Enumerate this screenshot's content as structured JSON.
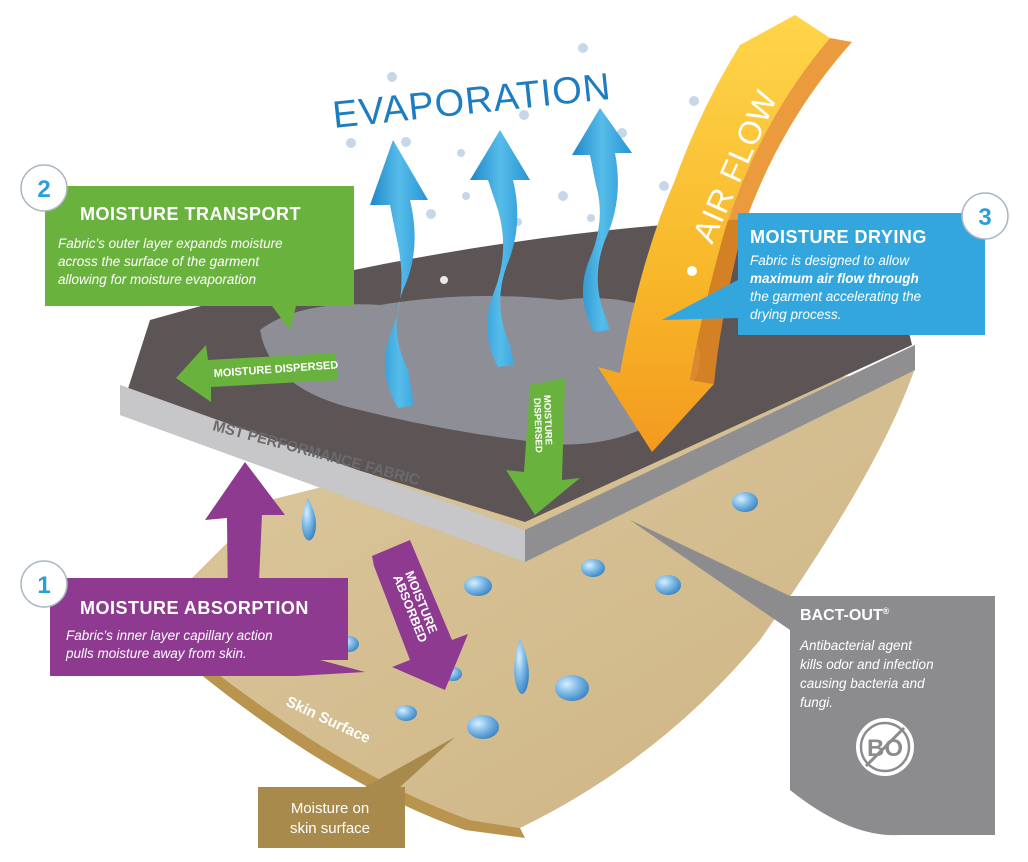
{
  "evaporation": {
    "label": "EVAPORATION"
  },
  "air_flow": {
    "label": "AIR FLOW"
  },
  "fabric": {
    "label": "MST PERFORMANCE FABRIC"
  },
  "skin": {
    "label": "Skin Surface"
  },
  "arrows": {
    "dispersed_left": "MOISTURE DISPERSED",
    "dispersed_down_line1": "MOISTURE",
    "dispersed_down_line2": "DISPERSED",
    "absorbed_line1": "MOISTURE",
    "absorbed_line2": "ABSORBED"
  },
  "steps": [
    {
      "number": "2",
      "title": "MOISTURE TRANSPORT",
      "lines": [
        "Fabric's outer layer expands moisture",
        "across the surface of the garment",
        "allowing for moisture evaporation"
      ],
      "color": "#6ab23e"
    },
    {
      "number": "3",
      "title": "MOISTURE DRYING",
      "lines": [
        "Fabric is designed to allow",
        "maximum air flow through",
        "the garment accelerating the",
        "drying process."
      ],
      "color": "#33a6de"
    },
    {
      "number": "1",
      "title": "MOISTURE ABSORPTION",
      "lines": [
        "Fabric's inner layer capillary action",
        "pulls moisture away from skin."
      ],
      "color": "#8e3a91"
    }
  ],
  "bact_out": {
    "title": "BACT-OUT",
    "mark": "®",
    "lines": [
      "Antibacterial agent",
      "kills odor and infection",
      "causing bacteria and",
      "fungi."
    ],
    "logo": "BO",
    "color": "#8c8c8e"
  },
  "moisture_note": {
    "lines": [
      "Moisture on",
      "skin surface"
    ],
    "color": "#a88b4c"
  }
}
